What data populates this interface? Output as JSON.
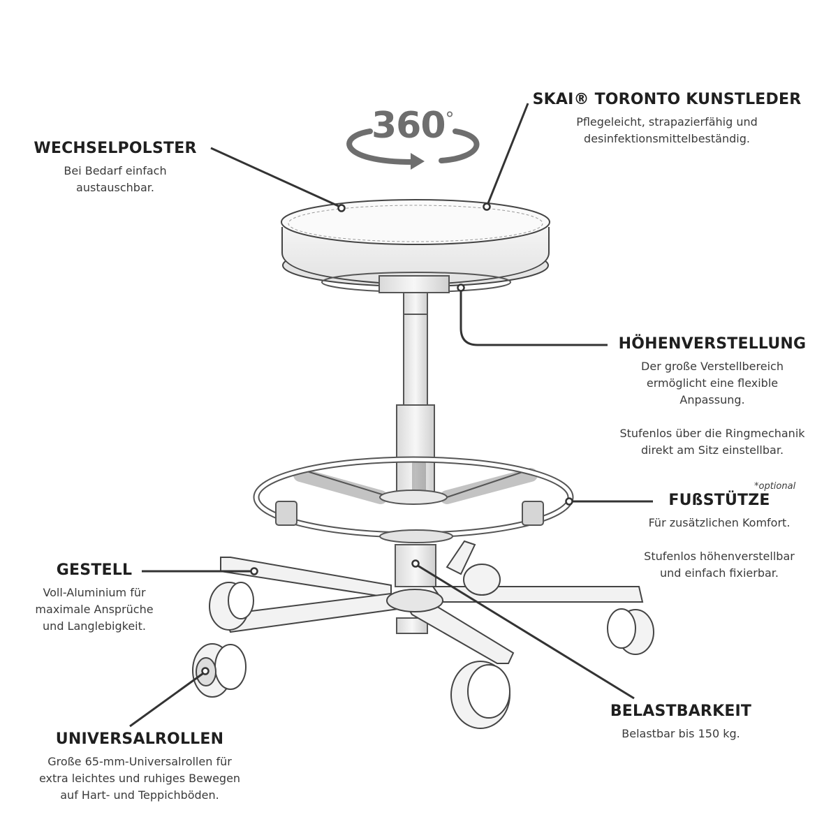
{
  "rotation": {
    "value": "360"
  },
  "labels": {
    "wechselpolster": {
      "title": "WECHSELPOLSTER",
      "lines": [
        "Bei Bedarf einfach",
        "austauschbar."
      ]
    },
    "kunstleder": {
      "title": "SKAI® TORONTO KUNSTLEDER",
      "lines": [
        "Pflegeleicht, strapazierfähig und",
        "desinfektionsmittelbeständig."
      ]
    },
    "hoehenverstellung": {
      "title": "HÖHENVERSTELLUNG",
      "lines": [
        "Der große Verstellbereich",
        "ermöglicht eine flexible",
        "Anpassung."
      ],
      "lines2": [
        "Stufenlos über die Ringmechanik",
        "direkt am Sitz einstellbar."
      ]
    },
    "fussstuetze": {
      "title": "FUßSTÜTZE",
      "optional": "*optional",
      "lines": [
        "Für zusätzlichen Komfort."
      ],
      "lines2": [
        "Stufenlos höhenverstellbar",
        "und einfach fixierbar."
      ]
    },
    "gestell": {
      "title": "GESTELL",
      "lines": [
        "Voll-Aluminium für",
        "maximale Ansprüche",
        "und Langlebigkeit."
      ]
    },
    "belastbarkeit": {
      "title": "BELASTBARKEIT",
      "lines": [
        "Belastbar bis 150 kg."
      ]
    },
    "universalrollen": {
      "title": "UNIVERSALROLLEN",
      "lines": [
        "Große 65-mm-Universalrollen für",
        "extra leichtes und ruhiges Bewegen",
        "auf Hart- und Teppichböden."
      ]
    }
  }
}
